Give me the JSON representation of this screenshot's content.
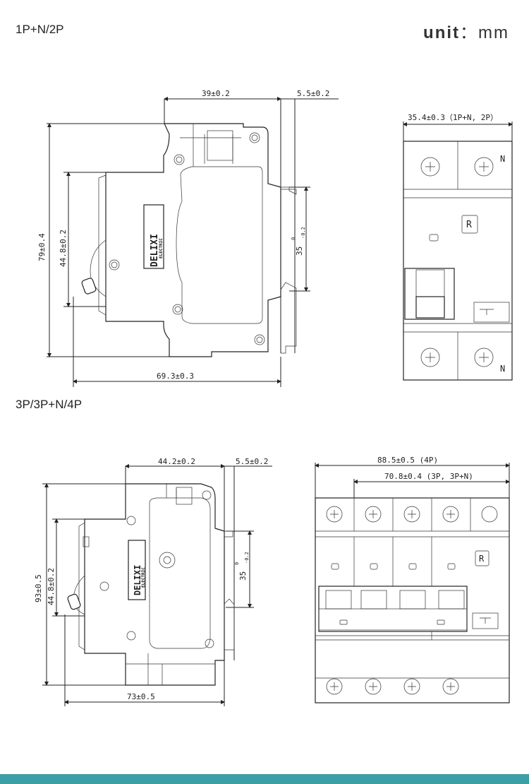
{
  "titles": {
    "top": "1P+N/2P",
    "bottom": "3P/3P+N/4P",
    "unit_word": "unit",
    "unit_sep": "：",
    "unit_value": "mm"
  },
  "top_side": {
    "depth": "39±0.2",
    "rail_offset": "5.5±0.2",
    "height": "79±0.4",
    "front_height": "44.8±0.2",
    "rail_width": "35",
    "rail_tol_upper": "0",
    "rail_tol_lower": "-0.2",
    "total_depth": "69.3±0.3",
    "brand": "DELIXI",
    "brand_sub": "ELECTRIC"
  },
  "top_front": {
    "width": "35.4±0.3（1P+N, 2P）",
    "neutral_top": "N",
    "neutral_bottom": "N",
    "badge": "R"
  },
  "bottom_side": {
    "depth": "44.2±0.2",
    "rail_offset": "5.5±0.2",
    "height": "93±0.5",
    "front_height": "44.8±0.2",
    "rail_width": "35",
    "rail_tol_upper": "0",
    "rail_tol_lower": "-0.2",
    "total_depth": "73±0.5",
    "brand": "DELIXI",
    "brand_sub": "ELECTRIC"
  },
  "bottom_front": {
    "width_4p": "88.5±0.5 (4P)",
    "width_3p": "70.8±0.4 (3P, 3P+N)",
    "badge": "R"
  }
}
